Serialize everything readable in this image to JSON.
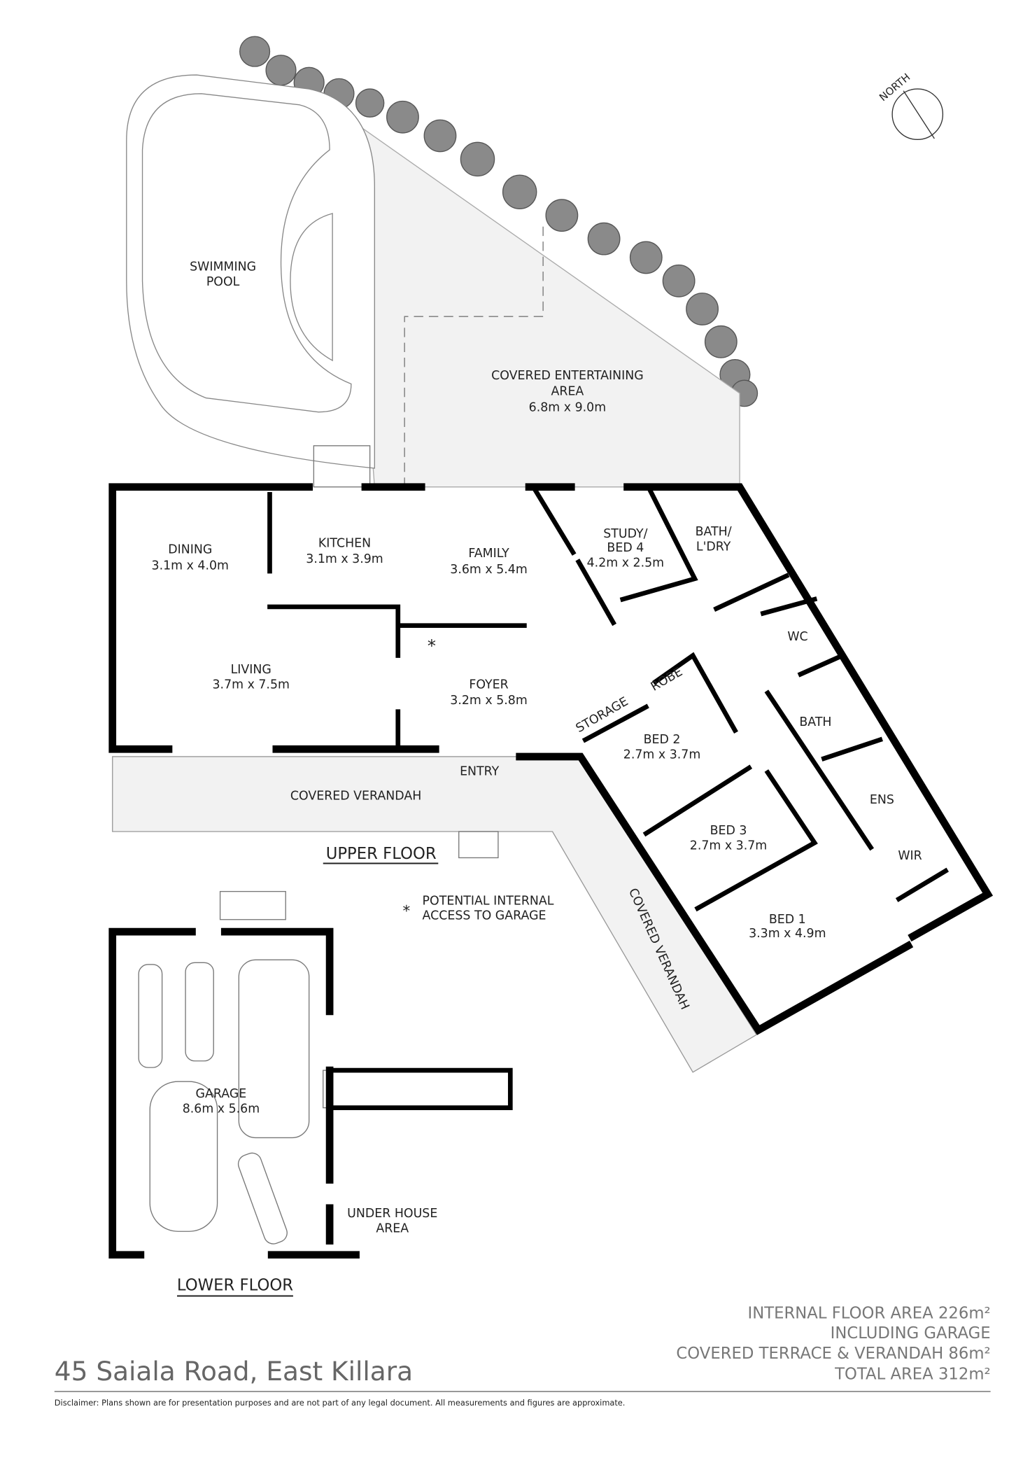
{
  "compass": {
    "label": "NORTH"
  },
  "outdoor": {
    "pool": [
      "SWIMMING",
      "POOL"
    ],
    "entertaining": [
      "COVERED ENTERTAINING",
      "AREA",
      "6.8m x 9.0m"
    ],
    "verandah_front": "COVERED VERANDAH",
    "verandah_side": "COVERED VERANDAH"
  },
  "rooms": {
    "dining": [
      "DINING",
      "3.1m x 4.0m"
    ],
    "kitchen": [
      "KITCHEN",
      "3.1m x 3.9m"
    ],
    "family": [
      "FAMILY",
      "3.6m x 5.4m"
    ],
    "study": [
      "STUDY/",
      "BED 4",
      "4.2m x 2.5m"
    ],
    "bath_laundry": [
      "BATH/",
      "L'DRY"
    ],
    "wc": "WC",
    "living": [
      "LIVING",
      "3.7m x 7.5m"
    ],
    "foyer": [
      "FOYER",
      "3.2m x 5.8m"
    ],
    "storage": "STORAGE",
    "robe": "ROBE",
    "bed2": [
      "BED 2",
      "2.7m x 3.7m"
    ],
    "bath": "BATH",
    "entry": "ENTRY",
    "ens": "ENS",
    "bed3": [
      "BED 3",
      "2.7m x 3.7m"
    ],
    "wir": "WIR",
    "bed1": [
      "BED 1",
      "3.3m x 4.9m"
    ],
    "garage": [
      "GARAGE",
      "8.6m x 5.6m"
    ],
    "under_house": [
      "UNDER HOUSE",
      "AREA"
    ]
  },
  "floors": {
    "upper": "UPPER  FLOOR",
    "lower": "LOWER FLOOR"
  },
  "note": {
    "marker": "*",
    "lines": [
      "POTENTIAL INTERNAL",
      "ACCESS TO GARAGE"
    ]
  },
  "footer": {
    "address": "45 Saiala Road, East Killara",
    "areas": [
      "INTERNAL FLOOR AREA 226m²",
      "INCLUDING GARAGE",
      "COVERED TERRACE & VERANDAH 86m²",
      "TOTAL AREA 312m²"
    ],
    "disclaimer": "Disclaimer: Plans shown are for presentation purposes and are not part of any legal document. All measurements and figures are approximate."
  }
}
